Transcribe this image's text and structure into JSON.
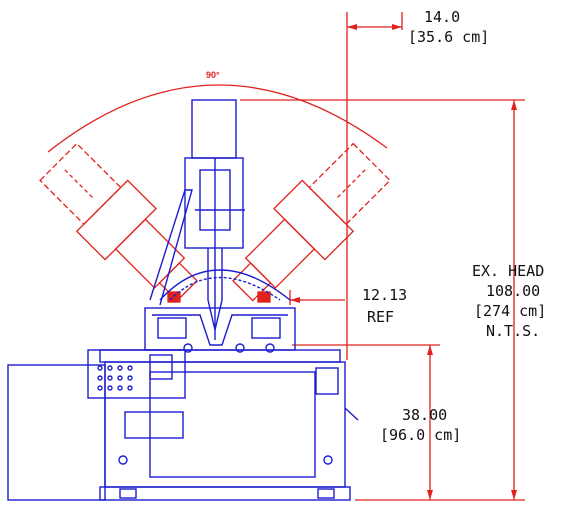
{
  "colors": {
    "machine": "#1c1cd0",
    "dimension": "#e0211c",
    "text": "#111111",
    "background": "#ffffff"
  },
  "dimensions": {
    "swing_angle": "90°",
    "top_offset": {
      "value": "14.0",
      "metric": "[35.6  cm]"
    },
    "blade_offset": {
      "value": "12.13",
      "note": "REF"
    },
    "head_height": {
      "label": "EX. HEAD",
      "value": "108.00",
      "metric": "[274  cm]",
      "note": "N.T.S."
    },
    "table_height": {
      "value": "38.00",
      "metric": "[96.0  cm]"
    }
  }
}
